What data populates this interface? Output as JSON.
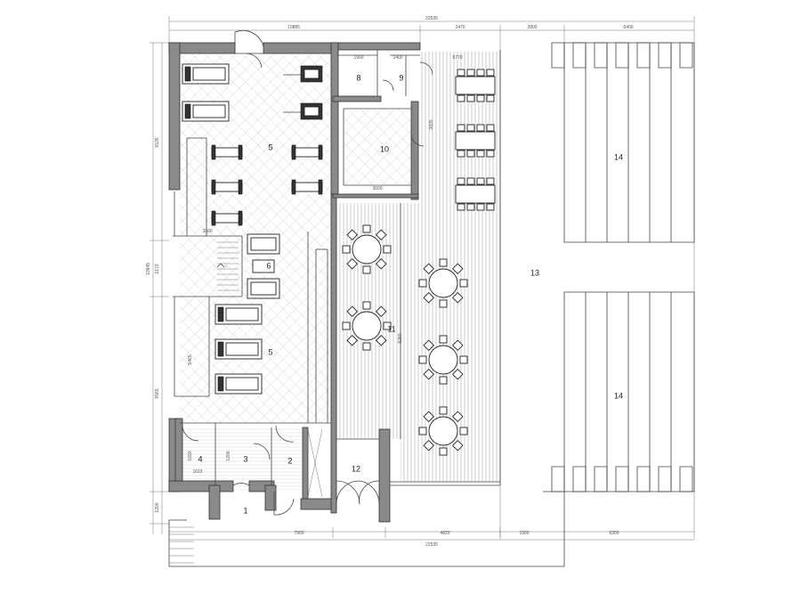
{
  "rooms": [
    {
      "id": "room-1",
      "label": "1"
    },
    {
      "id": "room-2",
      "label": "2"
    },
    {
      "id": "room-3",
      "label": "3"
    },
    {
      "id": "room-4",
      "label": "4"
    },
    {
      "id": "room-5a",
      "label": "5"
    },
    {
      "id": "room-5b",
      "label": "5"
    },
    {
      "id": "room-6",
      "label": "6"
    },
    {
      "id": "room-8",
      "label": "8"
    },
    {
      "id": "room-9",
      "label": "9"
    },
    {
      "id": "room-10",
      "label": "10"
    },
    {
      "id": "room-11",
      "label": "11"
    },
    {
      "id": "room-12",
      "label": "12"
    },
    {
      "id": "room-13",
      "label": "13"
    },
    {
      "id": "room-14a",
      "label": "14"
    },
    {
      "id": "room-14b",
      "label": "14"
    }
  ],
  "dimensions": {
    "top_total": "22535",
    "top_1": "10885",
    "top_2": "2470",
    "top_3": "2800",
    "top_4": "6400",
    "bottom_total": "22535",
    "bottom_1": "7900",
    "bottom_2": "4820",
    "bottom_3": "1900",
    "bottom_4": "6300",
    "left_1": "6535",
    "left_2": "2170",
    "left_3": "10945",
    "left_4": "6565",
    "left_5": "1200",
    "room8_w": "1900",
    "room9_w": "1400",
    "room10_w": "3600",
    "col_dim": "5770",
    "row_dim": "3835",
    "room11_h": "8280",
    "gym_h": "5465",
    "stair_w": "3360",
    "room3_w": "1615",
    "room4_h": "1690",
    "lob_h": "1200"
  }
}
